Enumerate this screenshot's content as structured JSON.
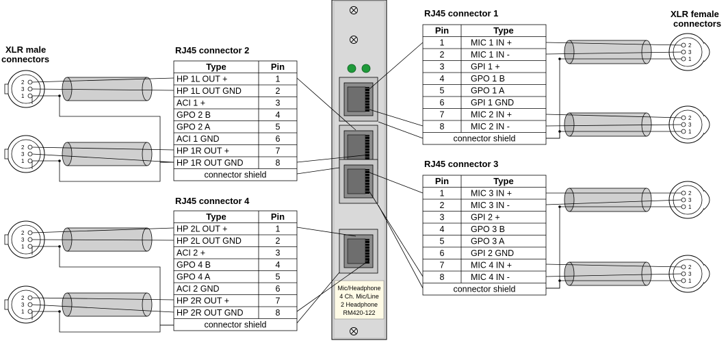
{
  "labels": {
    "xlr_male": [
      "XLR male",
      "connectors"
    ],
    "xlr_female": [
      "XLR female",
      "connectors"
    ],
    "pin_marks": {
      "p1": "1",
      "p2": "2",
      "p3": "3"
    }
  },
  "module": {
    "lines": [
      "Mic/Headphone",
      "4 Ch. Mic/Line",
      "2 Headphone",
      "RM420-122"
    ]
  },
  "connectors": [
    {
      "title": "RJ45 connector 1",
      "header_pin": "Pin",
      "header_type": "Type",
      "rows": [
        [
          "1",
          "MIC 1 IN +"
        ],
        [
          "2",
          "MIC 1 IN -"
        ],
        [
          "3",
          "GPI 1 +"
        ],
        [
          "4",
          "GPO 1 B"
        ],
        [
          "5",
          "GPO 1 A"
        ],
        [
          "6",
          "GPI 1 GND"
        ],
        [
          "7",
          "MIC 2 IN +"
        ],
        [
          "8",
          "MIC 2 IN -"
        ]
      ],
      "shield": "connector shield"
    },
    {
      "title": "RJ45 connector 2",
      "header_pin": "Pin",
      "header_type": "Type",
      "rows": [
        [
          "1",
          "HP 1L OUT +"
        ],
        [
          "2",
          "HP 1L OUT GND"
        ],
        [
          "3",
          "ACI 1 +"
        ],
        [
          "4",
          "GPO 2 B"
        ],
        [
          "5",
          "GPO 2 A"
        ],
        [
          "6",
          "ACI 1 GND"
        ],
        [
          "7",
          "HP 1R OUT +"
        ],
        [
          "8",
          "HP 1R OUT GND"
        ]
      ],
      "shield": "connector shield"
    },
    {
      "title": "RJ45 connector 3",
      "header_pin": "Pin",
      "header_type": "Type",
      "rows": [
        [
          "1",
          "MIC 3 IN +"
        ],
        [
          "2",
          "MIC 3 IN -"
        ],
        [
          "3",
          "GPI 2 +"
        ],
        [
          "4",
          "GPO 3 B"
        ],
        [
          "5",
          "GPO 3 A"
        ],
        [
          "6",
          "GPI 2 GND"
        ],
        [
          "7",
          "MIC 4 IN +"
        ],
        [
          "8",
          "MIC 4 IN -"
        ]
      ],
      "shield": "connector shield"
    },
    {
      "title": "RJ45 connector 4",
      "header_pin": "Pin",
      "header_type": "Type",
      "rows": [
        [
          "1",
          "HP 2L OUT +"
        ],
        [
          "2",
          "HP 2L OUT GND"
        ],
        [
          "3",
          "ACI 2 +"
        ],
        [
          "4",
          "GPO 4 B"
        ],
        [
          "5",
          "GPO 4 A"
        ],
        [
          "6",
          "ACI 2 GND"
        ],
        [
          "7",
          "HP 2R OUT +"
        ],
        [
          "8",
          "HP 2R OUT GND"
        ]
      ],
      "shield": "connector shield"
    }
  ],
  "colors": {
    "panel": "#d9d9d9",
    "led": "#1f9a3a",
    "port_outer": "#c8c8c8",
    "port_inner": "#8c8c8c",
    "cable": "#d0d0d0",
    "label_bg": "#fffbe6"
  }
}
